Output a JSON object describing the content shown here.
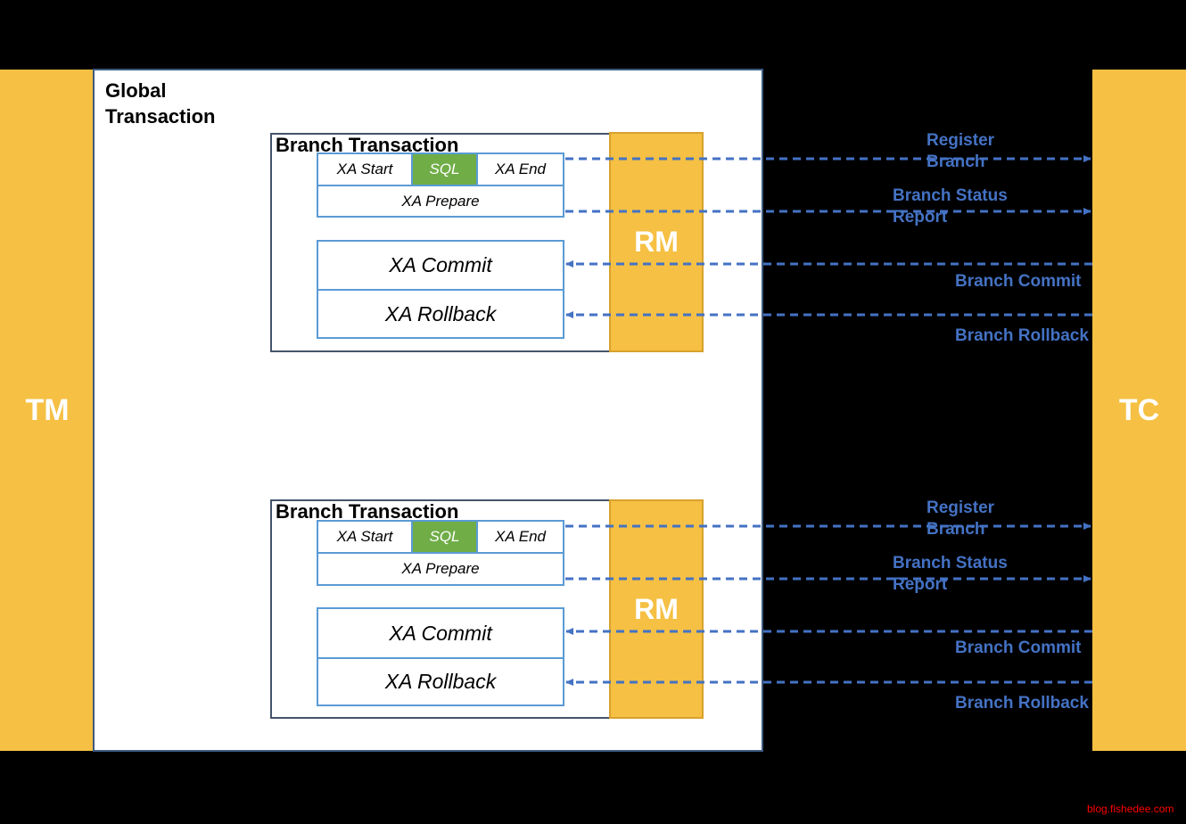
{
  "tm": {
    "label": "TM"
  },
  "tc": {
    "label": "TC"
  },
  "global": {
    "title": "Global\nTransaction"
  },
  "branches": [
    {
      "title": "Branch Transaction",
      "xa_start": "XA Start",
      "sql": "SQL",
      "xa_end": "XA End",
      "xa_prepare": "XA Prepare",
      "xa_commit": "XA Commit",
      "xa_rollback": "XA Rollback",
      "rm": "RM",
      "register_branch": "Register\nBranch",
      "branch_status_report": "Branch Status\nReport",
      "branch_commit": "Branch Commit",
      "branch_rollback": "Branch Rollback"
    },
    {
      "title": "Branch Transaction",
      "xa_start": "XA Start",
      "sql": "SQL",
      "xa_end": "XA End",
      "xa_prepare": "XA Prepare",
      "xa_commit": "XA Commit",
      "xa_rollback": "XA Rollback",
      "rm": "RM",
      "register_branch": "Register\nBranch",
      "branch_status_report": "Branch Status\nReport",
      "branch_commit": "Branch Commit",
      "branch_rollback": "Branch Rollback"
    }
  ],
  "watermark": "blog.fishedee.com",
  "colors": {
    "background": "#000000",
    "node_fill": "#F5C043",
    "sql_fill": "#70AD47",
    "cell_border": "#5B9BD5",
    "arrow": "#4472C4",
    "watermark": "#FF0000"
  }
}
